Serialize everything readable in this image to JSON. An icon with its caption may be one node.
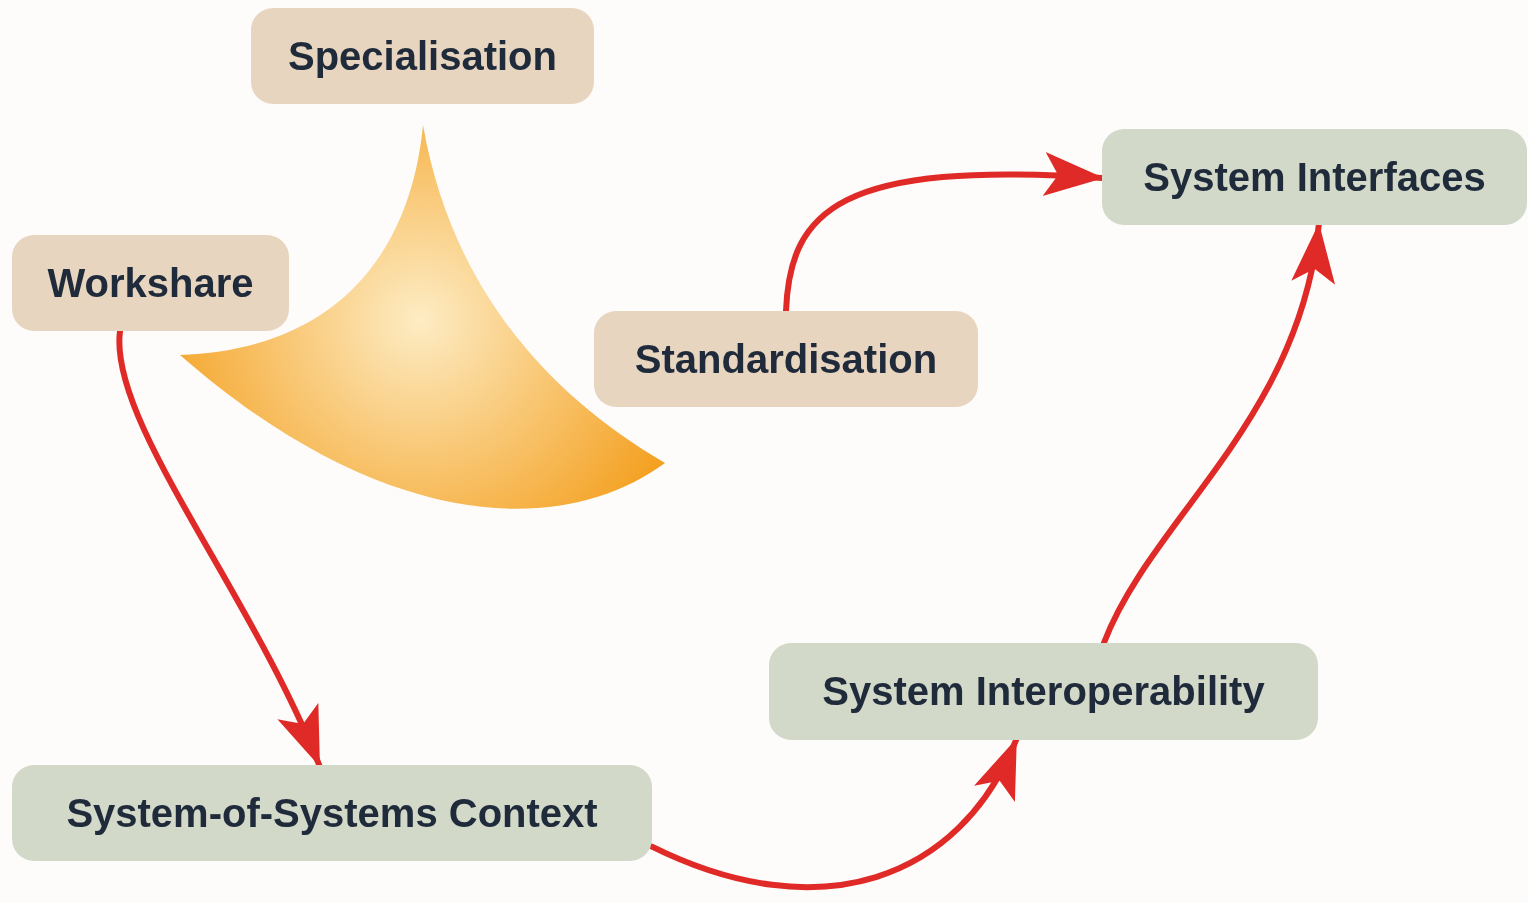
{
  "diagram": {
    "nodes": [
      {
        "text": [
          "Specialisation"
        ]
      },
      {
        "text": [
          "Workshare"
        ]
      },
      {
        "text": [
          "Standardisation"
        ]
      },
      {
        "text": [
          "System Interfaces"
        ]
      },
      {
        "text": [
          "System-of-Systems Context"
        ]
      },
      {
        "text": [
          "System Interoperability"
        ]
      }
    ],
    "edges": [
      {
        "from": 1,
        "to": 4,
        "arrow": "to"
      },
      {
        "from": 4,
        "to": 5,
        "arrow": "to"
      },
      {
        "from": 5,
        "to": 3,
        "arrow": "to"
      },
      {
        "from": 2,
        "to": 3,
        "arrow": "to"
      }
    ]
  }
}
